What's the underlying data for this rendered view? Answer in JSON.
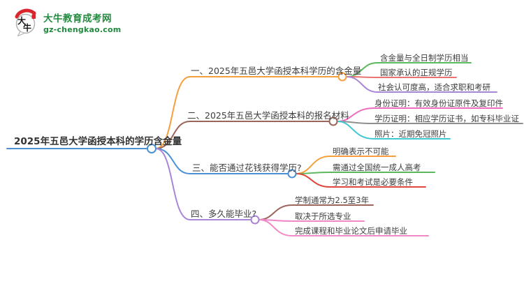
{
  "logo": {
    "icon_text_top": "大",
    "icon_text_bottom": "牛",
    "title": "大牛教育成考网",
    "domain": "gz-chengkao.com",
    "brand_green": "#218a3e",
    "brand_red": "#d9262c"
  },
  "palette": {
    "blue": "#4a90d5",
    "orange": "#f5a03c",
    "brown": "#9b655a",
    "purple": "#a985d6",
    "green": "#5cb85c",
    "salmon": "#e8736f",
    "magenta": "#ed6ec0",
    "gray": "#8f8f8f",
    "cyan": "#3fc8d2",
    "red": "#e0453e",
    "pink": "#f287c7",
    "text": "#3d3d3d",
    "background": "#ffffff"
  },
  "mindmap": {
    "root": {
      "label": "2025年五邑大学函授本科的学历含金量",
      "color": "#4a90d5"
    },
    "branches": [
      {
        "label": "一、2025年五邑大学函授本科学历的含金量",
        "color": "#f5a03c",
        "children": [
          {
            "label": "含金量与全日制学历相当",
            "color": "#5cb85c"
          },
          {
            "label": "国家承认的正规学历",
            "color": "#e8736f"
          },
          {
            "label": "社会认可度高，适合求职和考研",
            "color": "#a985d6"
          }
        ]
      },
      {
        "label": "二、2025年五邑大学函授本科的报名材料",
        "color": "#9b655a",
        "children": [
          {
            "label": "身份证明：有效身份证原件及复印件",
            "color": "#ed6ec0"
          },
          {
            "label": "学历证明：相应学历证书，如专科毕业证",
            "color": "#8f8f8f"
          },
          {
            "label": "照片：近期免冠照片",
            "color": "#3fc8d2"
          }
        ]
      },
      {
        "label": "三、能否通过花钱获得学历?",
        "color": "#4a90d5",
        "children": [
          {
            "label": "明确表示不可能",
            "color": "#f5a03c"
          },
          {
            "label": "需通过全国统一成人高考",
            "color": "#5cb85c"
          },
          {
            "label": "学习和考试是必要条件",
            "color": "#e0453e"
          }
        ]
      },
      {
        "label": "四、多久能毕业?",
        "color": "#a985d6",
        "children": [
          {
            "label": "学制通常为2.5至3年",
            "color": "#9b655a"
          },
          {
            "label": "取决于所选专业",
            "color": "#f287c7"
          },
          {
            "label": "完成课程和毕业论文后申请毕业",
            "color": "#f287c7"
          }
        ]
      }
    ]
  }
}
